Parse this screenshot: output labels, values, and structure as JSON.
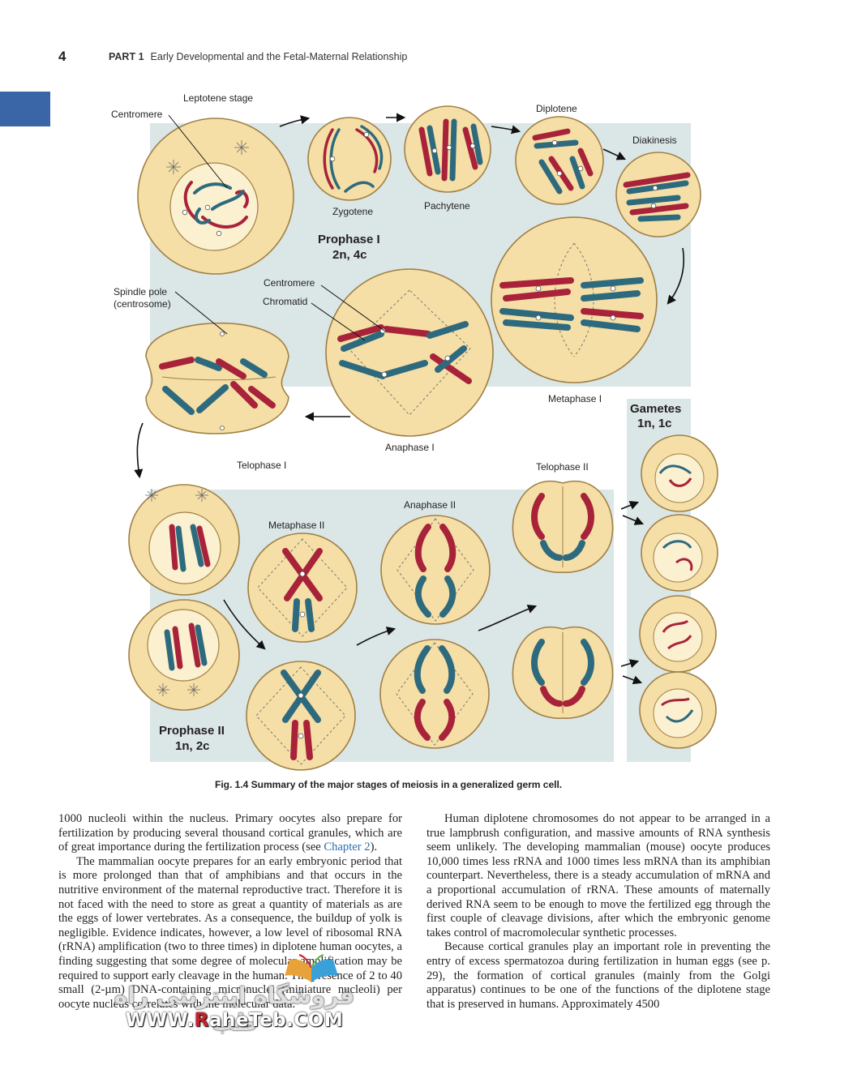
{
  "header": {
    "page_number": "4",
    "part": "PART 1",
    "running_title": "Early Developmental and the Fetal-Maternal Relationship"
  },
  "figure": {
    "labels": {
      "leptotene": "Leptotene stage",
      "centromere_top": "Centromere",
      "zygotene": "Zygotene",
      "pachytene": "Pachytene",
      "diplotene": "Diplotene",
      "diakinesis": "Diakinesis",
      "prophase1_a": "Prophase I",
      "prophase1_b": "2n, 4c",
      "spindle_a": "Spindle pole",
      "spindle_b": "(centrosome)",
      "centromere_mid": "Centromere",
      "chromatid": "Chromatid",
      "metaphase1": "Metaphase I",
      "anaphase1": "Anaphase I",
      "telophase1": "Telophase I",
      "gametes_a": "Gametes",
      "gametes_b": "1n, 1c",
      "telophase2": "Telophase II",
      "anaphase2": "Anaphase II",
      "metaphase2": "Metaphase II",
      "prophase2_a": "Prophase II",
      "prophase2_b": "1n, 2c"
    },
    "colors": {
      "cell": "#f5dfa6",
      "cell_stroke": "#a08046",
      "panel": "#dbe6e7",
      "red_chromosome": "#a8233a",
      "blue_chromosome": "#2e6a7e"
    },
    "caption": "Fig. 1.4 Summary of the major stages of meiosis in a generalized germ cell."
  },
  "body": {
    "left": [
      "1000 nucleoli within the nucleus. Primary oocytes also prepare for fertilization by producing several thousand cortical granules, which are of great importance during the fertilization process (see ",
      "Chapter 2",
      ").",
      "The mammalian oocyte prepares for an early embryonic period that is more prolonged than that of amphibians and that occurs in the nutritive environment of the maternal reproductive tract. Therefore it is not faced with the need to store as great a quantity of materials as are the eggs of lower vertebrates. As a consequence, the buildup of yolk is negligible. Evidence indicates, however, a low level of ribosomal RNA (rRNA) amplification (two to three times) in diplotene human oocytes, a finding suggesting that some degree of molecular amplification may be required to support early cleavage in the human. The presence of 2 to 40 small (2-µm) DNA-containing micronuclei (miniature nucleoli) per oocyte nucleus correlates with the molecular data."
    ],
    "right": [
      "Human diplotene chromosomes do not appear to be arranged in a true lampbrush configuration, and massive amounts of RNA synthesis seem unlikely. The developing mammalian (mouse) oocyte produces 10,000 times less rRNA and 1000 times less mRNA than its amphibian counterpart. Nevertheless, there is a steady accumulation of mRNA and a proportional accumulation of rRNA. These amounts of maternally derived RNA seem to be enough to move the fertilized egg through the first couple of cleavage divisions, after which the embryonic genome takes control of macromolecular synthetic processes.",
      "Because cortical granules play an important role in preventing the entry of excess spermatozoa during fertilization in human eggs (see p. 29), the formation of cortical granules (mainly from the Golgi apparatus) continues to be one of the functions of the diplotene stage that is preserved in humans. Approximately 4500"
    ]
  },
  "watermark": {
    "persian": "فروشگاه اینترنتی راه طب",
    "url_prefix": "WWW.",
    "url_red": "R",
    "url_rest": "aheTeb.COM"
  }
}
